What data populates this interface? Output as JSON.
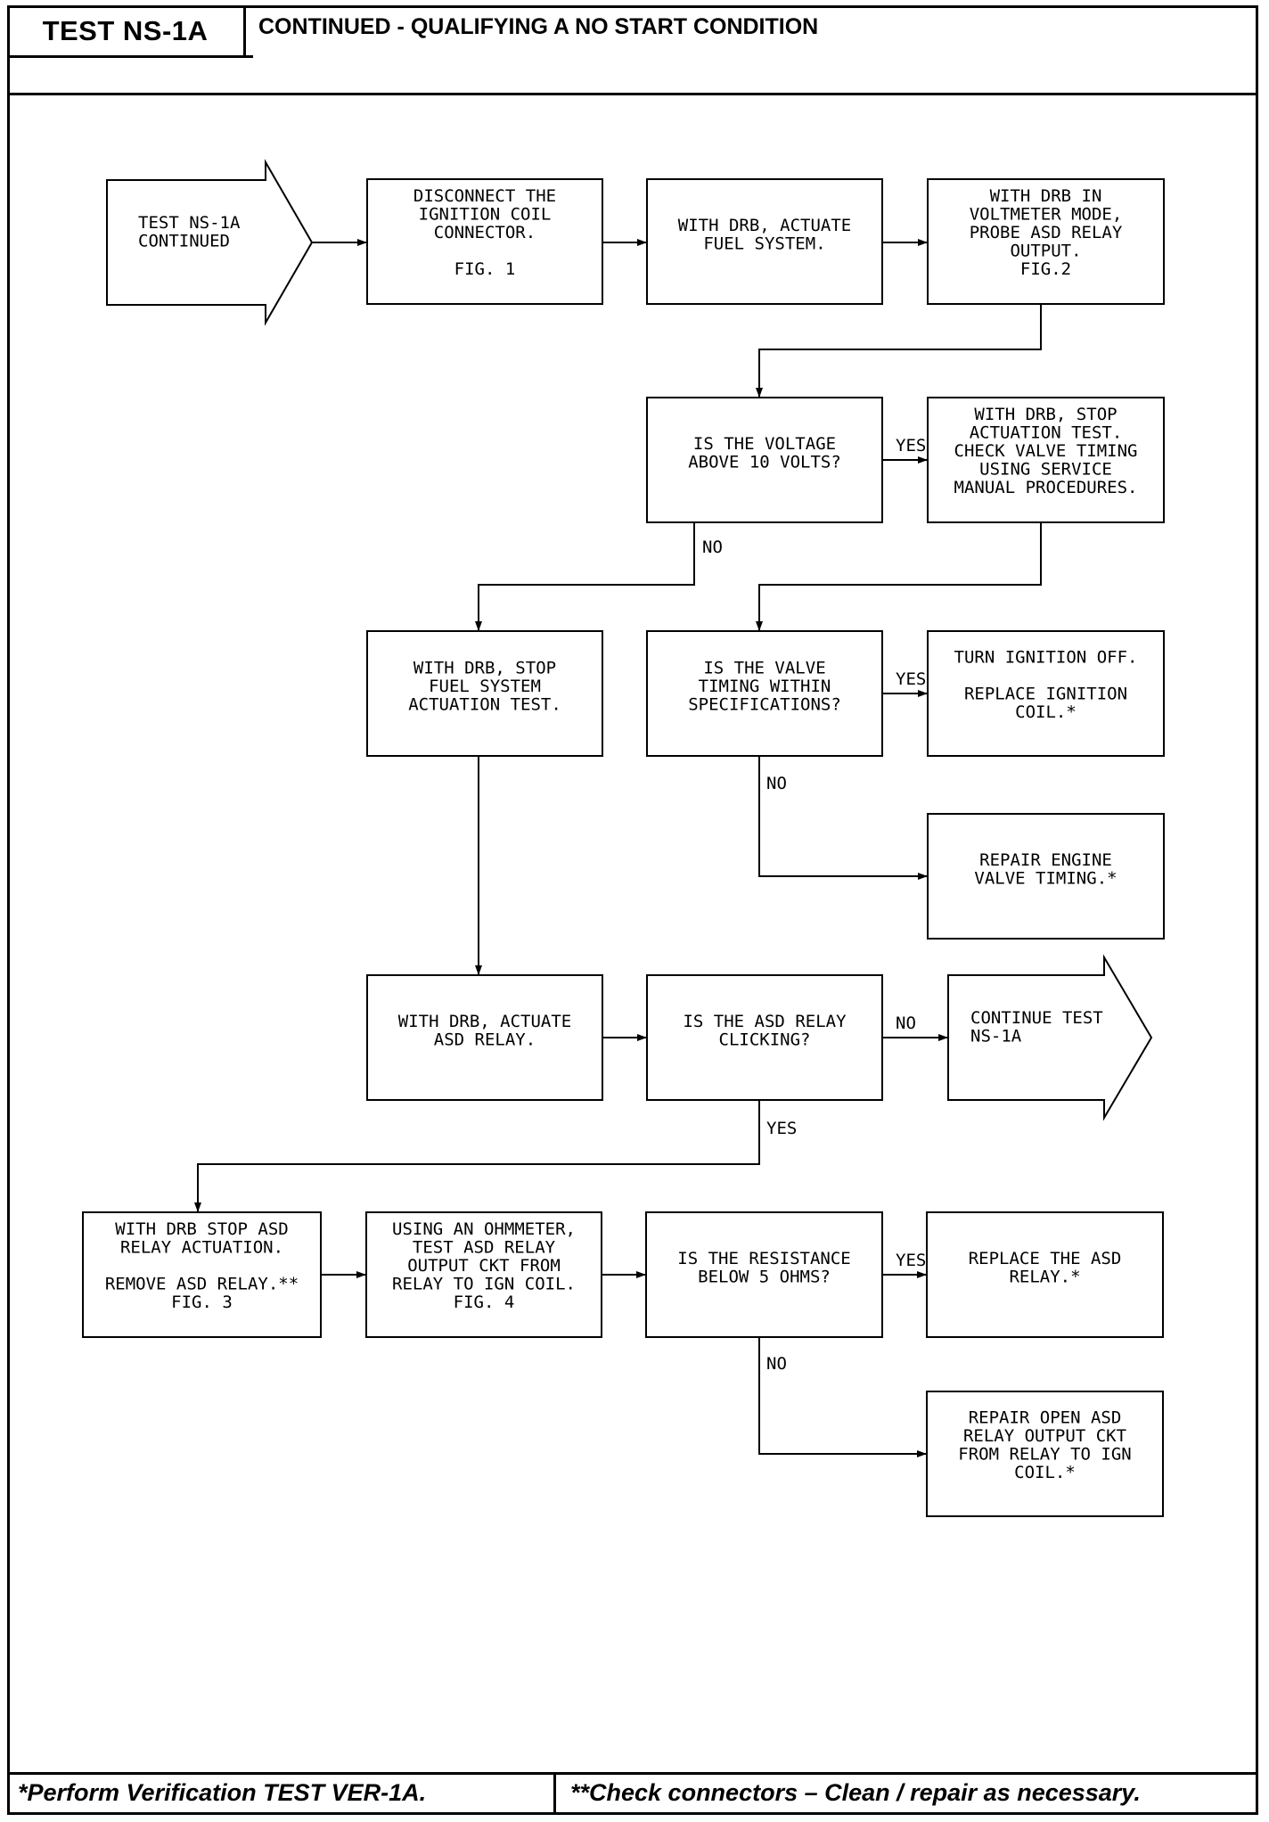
{
  "header": {
    "test_id": "TEST NS-1A",
    "title": "CONTINUED - QUALIFYING A NO START CONDITION"
  },
  "footer": {
    "left_note": "*Perform Verification TEST VER-1A.",
    "right_note": "**Check connectors – Clean / repair as necessary."
  },
  "flowchart": {
    "start": [
      "TEST NS-1A",
      "CONTINUED"
    ],
    "end": [
      "CONTINUE TEST",
      "NS-1A"
    ],
    "boxes": {
      "disconnect": [
        "DISCONNECT THE",
        "IGNITION COIL",
        "CONNECTOR.",
        "",
        "FIG. 1"
      ],
      "actuate_fuel": [
        "WITH DRB, ACTUATE",
        "FUEL SYSTEM."
      ],
      "voltmeter": [
        "WITH DRB IN",
        "VOLTMETER MODE,",
        "PROBE ASD RELAY",
        "OUTPUT.",
        "FIG.2"
      ],
      "voltage_q": [
        "IS THE VOLTAGE",
        "ABOVE 10 VOLTS?"
      ],
      "stop_actuation_valve": [
        "WITH DRB, STOP",
        "ACTUATION TEST.",
        "CHECK VALVE TIMING",
        "USING SERVICE",
        "MANUAL PROCEDURES."
      ],
      "stop_fuel": [
        "WITH DRB, STOP",
        "FUEL SYSTEM",
        "ACTUATION TEST."
      ],
      "valve_q": [
        "IS THE VALVE",
        "TIMING WITHIN",
        "SPECIFICATIONS?"
      ],
      "replace_coil": [
        "TURN IGNITION OFF.",
        "",
        "REPLACE IGNITION",
        "COIL.*"
      ],
      "repair_valve": [
        "REPAIR ENGINE",
        "VALVE TIMING.*"
      ],
      "actuate_asd": [
        "WITH DRB, ACTUATE",
        "ASD RELAY."
      ],
      "clicking_q": [
        "IS THE ASD RELAY",
        "CLICKING?"
      ],
      "stop_asd": [
        "WITH DRB STOP ASD",
        "RELAY ACTUATION.",
        "",
        "REMOVE ASD RELAY.**",
        "FIG. 3"
      ],
      "ohmmeter": [
        "USING AN OHMMETER,",
        "TEST ASD RELAY",
        "OUTPUT CKT FROM",
        "RELAY TO IGN COIL.",
        "FIG. 4"
      ],
      "resistance_q": [
        "IS THE RESISTANCE",
        "BELOW 5 OHMS?"
      ],
      "replace_asd": [
        "REPLACE THE ASD",
        "RELAY.*"
      ],
      "repair_open": [
        "REPAIR OPEN ASD",
        "RELAY OUTPUT CKT",
        "FROM RELAY TO IGN",
        "COIL.*"
      ]
    },
    "labels": {
      "yes": "YES",
      "no": "NO"
    }
  }
}
